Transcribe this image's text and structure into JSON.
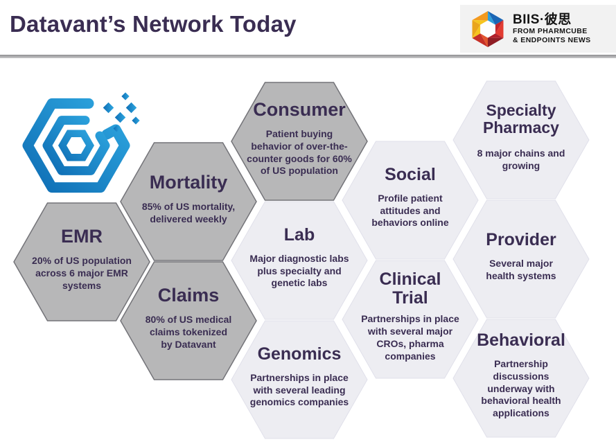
{
  "header": {
    "title": "Datavant’s Network Today",
    "brand": {
      "name": "BIIS·彼思",
      "sub_line1": "FROM PHARMCUBE",
      "sub_line2": "& ENDPOINTS NEWS"
    }
  },
  "colors": {
    "title_text": "#3a2d52",
    "hex_gray_fill": "#b7b7b8",
    "hex_light_fill": "#ededf2",
    "datavant_blue_dark": "#0e6db4",
    "datavant_blue_light": "#2fa8e1",
    "divider_gray": "#9a9a9c"
  },
  "icons": {
    "datavant_logo": "datavant-hexagon-logo",
    "biis_logo": "biis-faceted-hexagon-logo"
  },
  "hexagons": [
    {
      "id": "emr",
      "variant": "gray",
      "title": "EMR",
      "body": "20% of US population across 6 major EMR systems"
    },
    {
      "id": "mortality",
      "variant": "gray",
      "title": "Mortality",
      "body": "85% of US mortality, delivered weekly"
    },
    {
      "id": "claims",
      "variant": "gray",
      "title": "Claims",
      "body": "80% of US medical claims tokenized by Datavant"
    },
    {
      "id": "consumer",
      "variant": "gray",
      "title": "Consumer",
      "body": "Patient buying behavior of over-the-counter goods for 60% of US population"
    },
    {
      "id": "lab",
      "variant": "light",
      "title": "Lab",
      "body": "Major diagnostic labs plus specialty and genetic labs"
    },
    {
      "id": "genomics",
      "variant": "light",
      "title": "Genomics",
      "body": "Partnerships in place with several leading genomics companies"
    },
    {
      "id": "social",
      "variant": "light",
      "title": "Social",
      "body": "Profile patient attitudes and behaviors online"
    },
    {
      "id": "clinical_trial",
      "variant": "light",
      "title": "Clinical Trial",
      "body": "Partnerships in place with several major CROs, pharma companies"
    },
    {
      "id": "specialty_pharmacy",
      "variant": "light",
      "title": "Specialty Pharmacy",
      "body": "8 major chains and growing"
    },
    {
      "id": "provider",
      "variant": "light",
      "title": "Provider",
      "body": "Several major health systems"
    },
    {
      "id": "behavioral",
      "variant": "light",
      "title": "Behavioral",
      "body": "Partnership discussions underway with behavioral health applications"
    }
  ]
}
